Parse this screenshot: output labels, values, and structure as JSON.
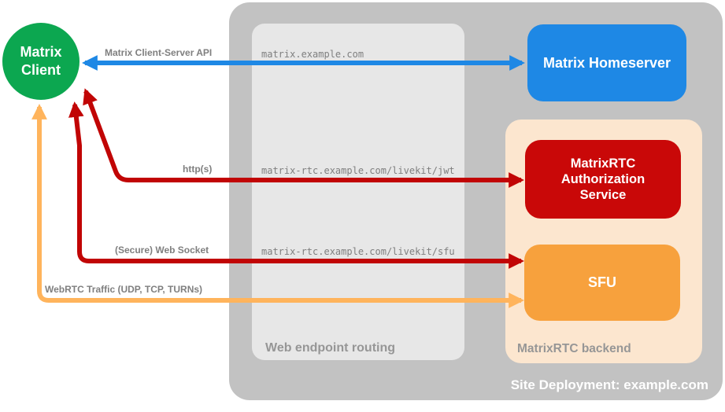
{
  "site": {
    "title": "Site Deployment: example.com"
  },
  "routing": {
    "title": "Web endpoint routing",
    "endpoints": {
      "homeserver": "matrix.example.com",
      "jwt": "matrix-rtc.example.com/livekit/jwt",
      "sfu": "matrix-rtc.example.com/livekit/sfu"
    }
  },
  "backend": {
    "title": "MatrixRTC backend"
  },
  "nodes": {
    "client": {
      "line1": "Matrix",
      "line2": "Client"
    },
    "homeserver": {
      "label": "Matrix Homeserver"
    },
    "auth_service": {
      "line1": "MatrixRTC",
      "line2": "Authorization",
      "line3": "Service"
    },
    "sfu": {
      "label": "SFU"
    }
  },
  "arrows": {
    "client_server_api": {
      "label": "Matrix Client-Server API",
      "color": "#1E88E5",
      "bidirectional": true
    },
    "http": {
      "label": "http(s)",
      "color": "#C10505",
      "bidirectional": true
    },
    "websocket": {
      "label": "(Secure) Web Socket",
      "color": "#C10505",
      "bidirectional": true
    },
    "webrtc": {
      "label": "WebRTC Traffic (UDP, TCP, TURNs)",
      "color": "#FFB45C",
      "bidirectional": true
    }
  },
  "colors": {
    "client_green": "#0CA750",
    "homeserver_blue": "#1E88E5",
    "auth_red": "#C90808",
    "sfu_orange": "#F7A13D",
    "arrow_red": "#C10505",
    "arrow_orange": "#FFB45C",
    "backend_peach": "#FCE6CF",
    "container_gray": "#C2C2C2",
    "routing_gray": "#E7E7E7",
    "label_gray": "#7F7F7F",
    "title_gray": "#969696"
  }
}
